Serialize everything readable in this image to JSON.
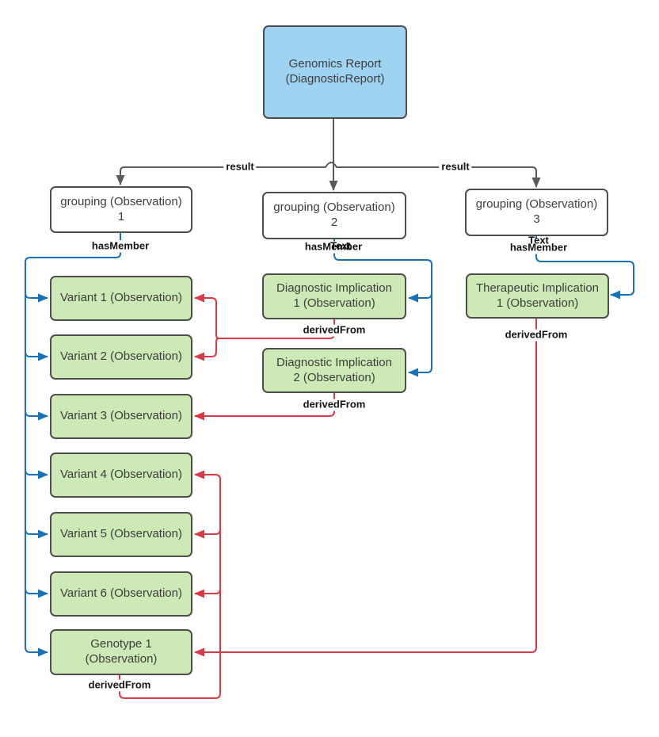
{
  "nodes": {
    "report": {
      "line1": "Genomics Report",
      "line2": "(DiagnosticReport)"
    },
    "grouping1": {
      "line1": "grouping (Observation)",
      "line2": "1"
    },
    "grouping2": {
      "line1": "grouping (Observation)",
      "line2": "2"
    },
    "grouping3": {
      "line1": "grouping (Observation)",
      "line2": "3"
    },
    "variant1": {
      "label": "Variant 1 (Observation)"
    },
    "variant2": {
      "label": "Variant 2 (Observation)"
    },
    "variant3": {
      "label": "Variant 3 (Observation)"
    },
    "variant4": {
      "label": "Variant 4 (Observation)"
    },
    "variant5": {
      "label": "Variant 5 (Observation)"
    },
    "variant6": {
      "label": "Variant 6 (Observation)"
    },
    "genotype1": {
      "line1": "Genotype 1",
      "line2": "(Observation)"
    },
    "diagnostic1": {
      "line1": "Diagnostic Implication",
      "line2": "1 (Observation)"
    },
    "diagnostic2": {
      "line1": "Diagnostic Implication",
      "line2": "2 (Observation)"
    },
    "therapeutic1": {
      "line1": "Therapeutic Implication",
      "line2": "1 (Observation)"
    }
  },
  "edge_labels": {
    "result_left": "result",
    "result_right": "result",
    "has_member_1": "hasMember",
    "has_member_2": "hasMember",
    "has_member_3": "hasMember",
    "text_2": "Text",
    "text_3": "Text",
    "derived_from_di1": "derivedFrom",
    "derived_from_di2": "derivedFrom",
    "derived_from_ti1": "derivedFrom",
    "derived_from_geno": "derivedFrom"
  },
  "colors": {
    "report_fill": "#9ed3f2",
    "observation_fill": "#cde9b6",
    "grouping_fill": "#ffffff",
    "node_border": "#4e4e4e",
    "result_connector": "#5a5a5a",
    "has_member_connector": "#1872b9",
    "derived_from_connector": "#d93a45"
  }
}
